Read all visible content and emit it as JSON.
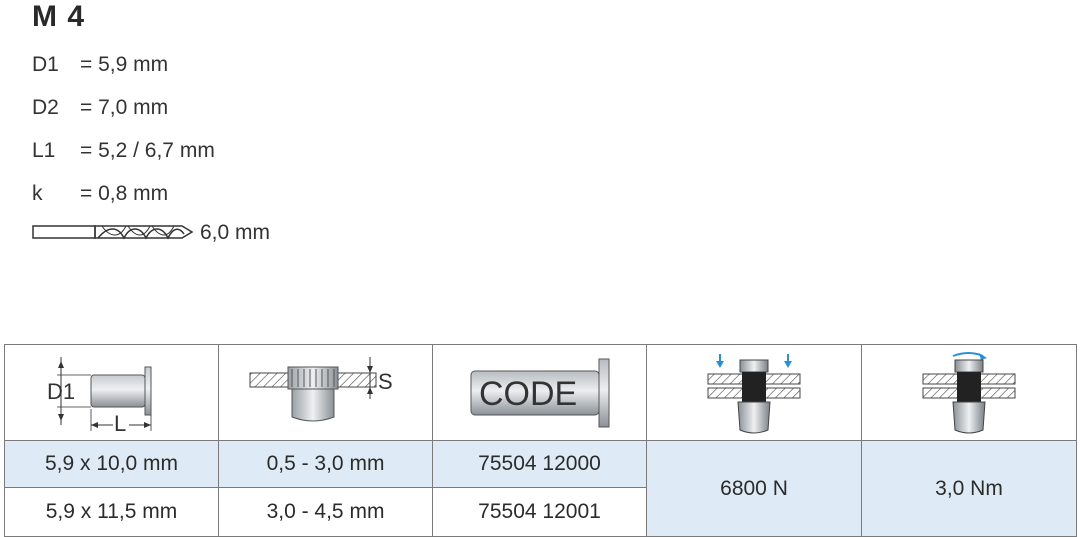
{
  "title": "M 4",
  "specs": [
    {
      "key": "D1",
      "value": "= 5,9 mm"
    },
    {
      "key": "D2",
      "value": "= 7,0 mm"
    },
    {
      "key": "L1",
      "value": "= 5,2 / 6,7 mm"
    },
    {
      "key": "k",
      "value": "= 0,8 mm"
    }
  ],
  "drill": {
    "value": "6,0 mm",
    "icon": "drill-bit-icon"
  },
  "table": {
    "icons": {
      "dim": {
        "icon": "rivet-dimensions-icon",
        "label_d": "D1",
        "label_l": "L"
      },
      "grip": {
        "icon": "grip-range-icon",
        "label_s": "S"
      },
      "code": {
        "icon": "code-rivet-icon",
        "label": "CODE"
      },
      "force": {
        "icon": "setting-force-icon"
      },
      "torque": {
        "icon": "torque-icon"
      }
    },
    "rows": [
      {
        "dim": "5,9 x 10,0 mm",
        "grip": "0,5 - 3,0 mm",
        "code": "75504 12000"
      },
      {
        "dim": "5,9 x 11,5 mm",
        "grip": "3,0 - 4,5 mm",
        "code": "75504 12001"
      }
    ],
    "force": "6800 N",
    "torque": "3,0 Nm"
  }
}
